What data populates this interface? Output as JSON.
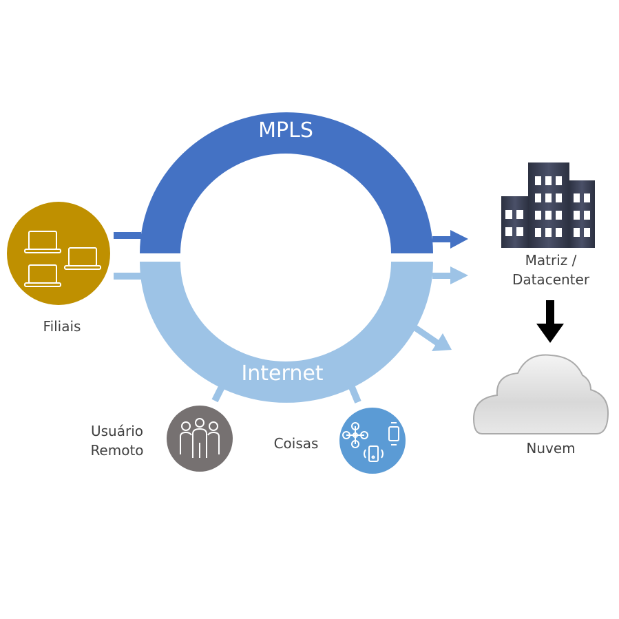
{
  "diagram": {
    "mpls_label": "MPLS",
    "internet_label": "Internet",
    "nodes": {
      "filiais": "Filiais",
      "usuario_remoto_line1": "Usuário",
      "usuario_remoto_line2": "Remoto",
      "coisas": "Coisas",
      "matriz_line1": "Matriz /",
      "matriz_line2": "Datacenter",
      "nuvem": "Nuvem"
    },
    "colors": {
      "mpls": "#4472C4",
      "internet": "#9DC3E6",
      "filiais": "#BF9000",
      "usuario": "#767171",
      "coisas": "#5B9BD5",
      "building": "#44546A"
    }
  }
}
